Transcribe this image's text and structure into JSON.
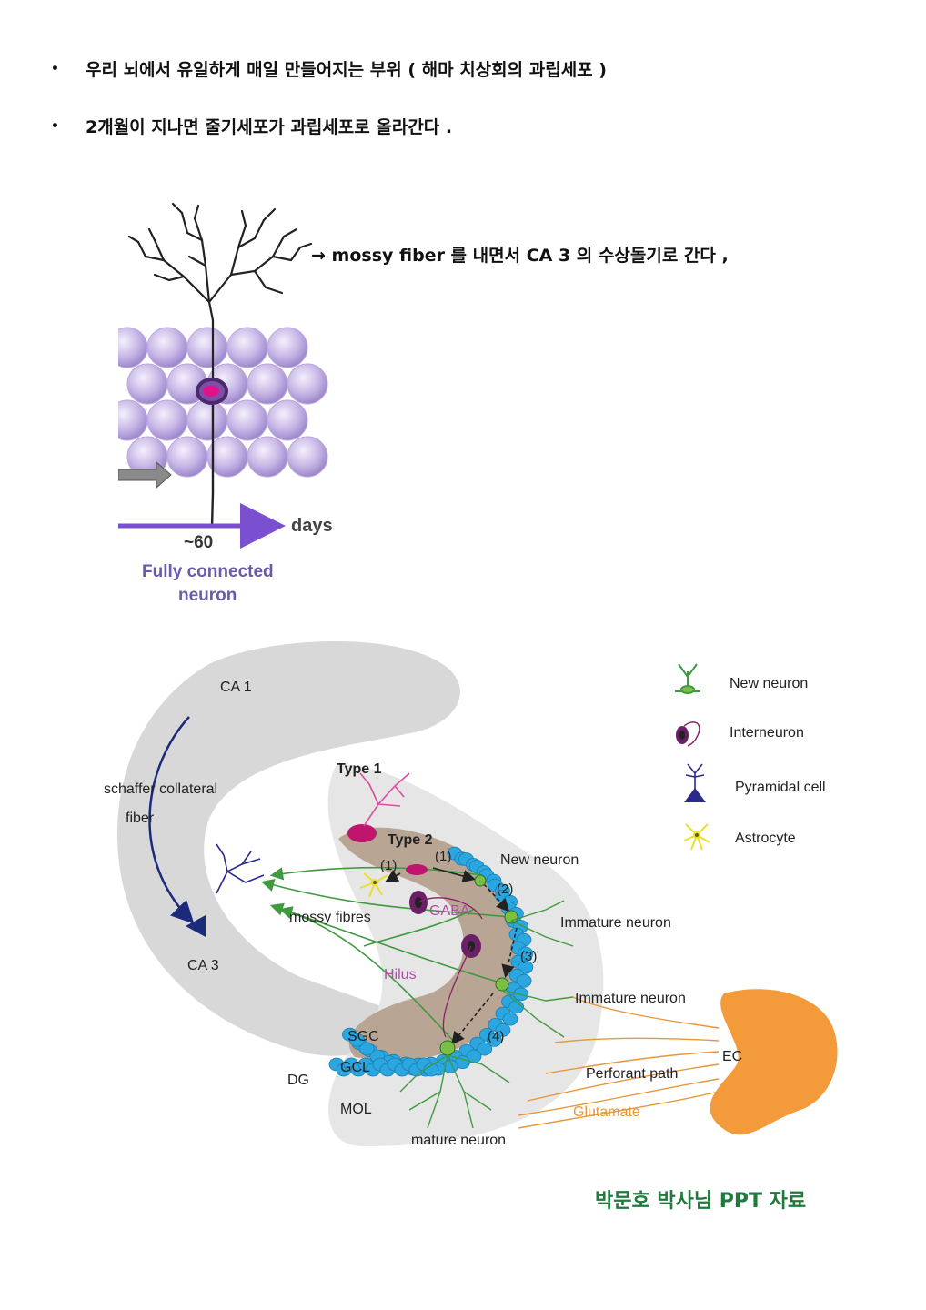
{
  "bullets": [
    {
      "marker": "•",
      "text": "우리 뇌에서 유일하게 매일 만들어지는 부위 ( 해마  치상회의 과립세포 )"
    },
    {
      "marker": "•",
      "text": "2개월이 지나면 줄기세포가 과립세포로 올라간다 ."
    }
  ],
  "note": "→  mossy fiber 를 내면서 CA 3 의 수상돌기로 간다 ,",
  "figure1": {
    "days_label": "days",
    "tick_label": "~60",
    "caption_line1": "Fully connected",
    "caption_line2": "neuron"
  },
  "figure2": {
    "regions": {
      "ca1": "CA 1",
      "ca3": "CA 3",
      "schaffer1": "schaffer collateral",
      "schaffer2": "fiber",
      "mossy": "mossy fibres",
      "hilus": "Hilus",
      "gaba": "GABA",
      "sgc": "SGC",
      "gcl": "GCL",
      "dg": "DG",
      "mol": "MOL",
      "ec": "EC"
    },
    "labels": {
      "type1": "Type 1",
      "type2": "Type 2",
      "s1a": "(1)",
      "s1b": "(1)",
      "s2": "(2)",
      "s3": "(3)",
      "s4": "(4)",
      "new_neuron": "New neuron",
      "immature1": "Immature neuron",
      "immature2": "Immature neuron",
      "perforant": "Perforant path",
      "glutamate": "Glutamate",
      "mature": "mature neuron"
    },
    "legend": [
      {
        "label": "New neuron",
        "icon": "new-neuron-icon"
      },
      {
        "label": "Interneuron",
        "icon": "interneuron-icon"
      },
      {
        "label": "Pyramidal cell",
        "icon": "pyramidal-cell-icon"
      },
      {
        "label": "Astrocyte",
        "icon": "astrocyte-icon"
      }
    ],
    "colors": {
      "new_neuron": "#3f9a3f",
      "interneuron": "#6a1f66",
      "pyramidal": "#2a2a8a",
      "astrocyte": "#e8e02a",
      "granule": "#2aa7e0",
      "ec": "#f39a3a",
      "glutamate": "#e8963a",
      "gaba": "#b04da8",
      "hilus": "#b04da8",
      "credit": "#1f7a3c"
    }
  },
  "credit": "박문호 박사님 PPT 자료"
}
